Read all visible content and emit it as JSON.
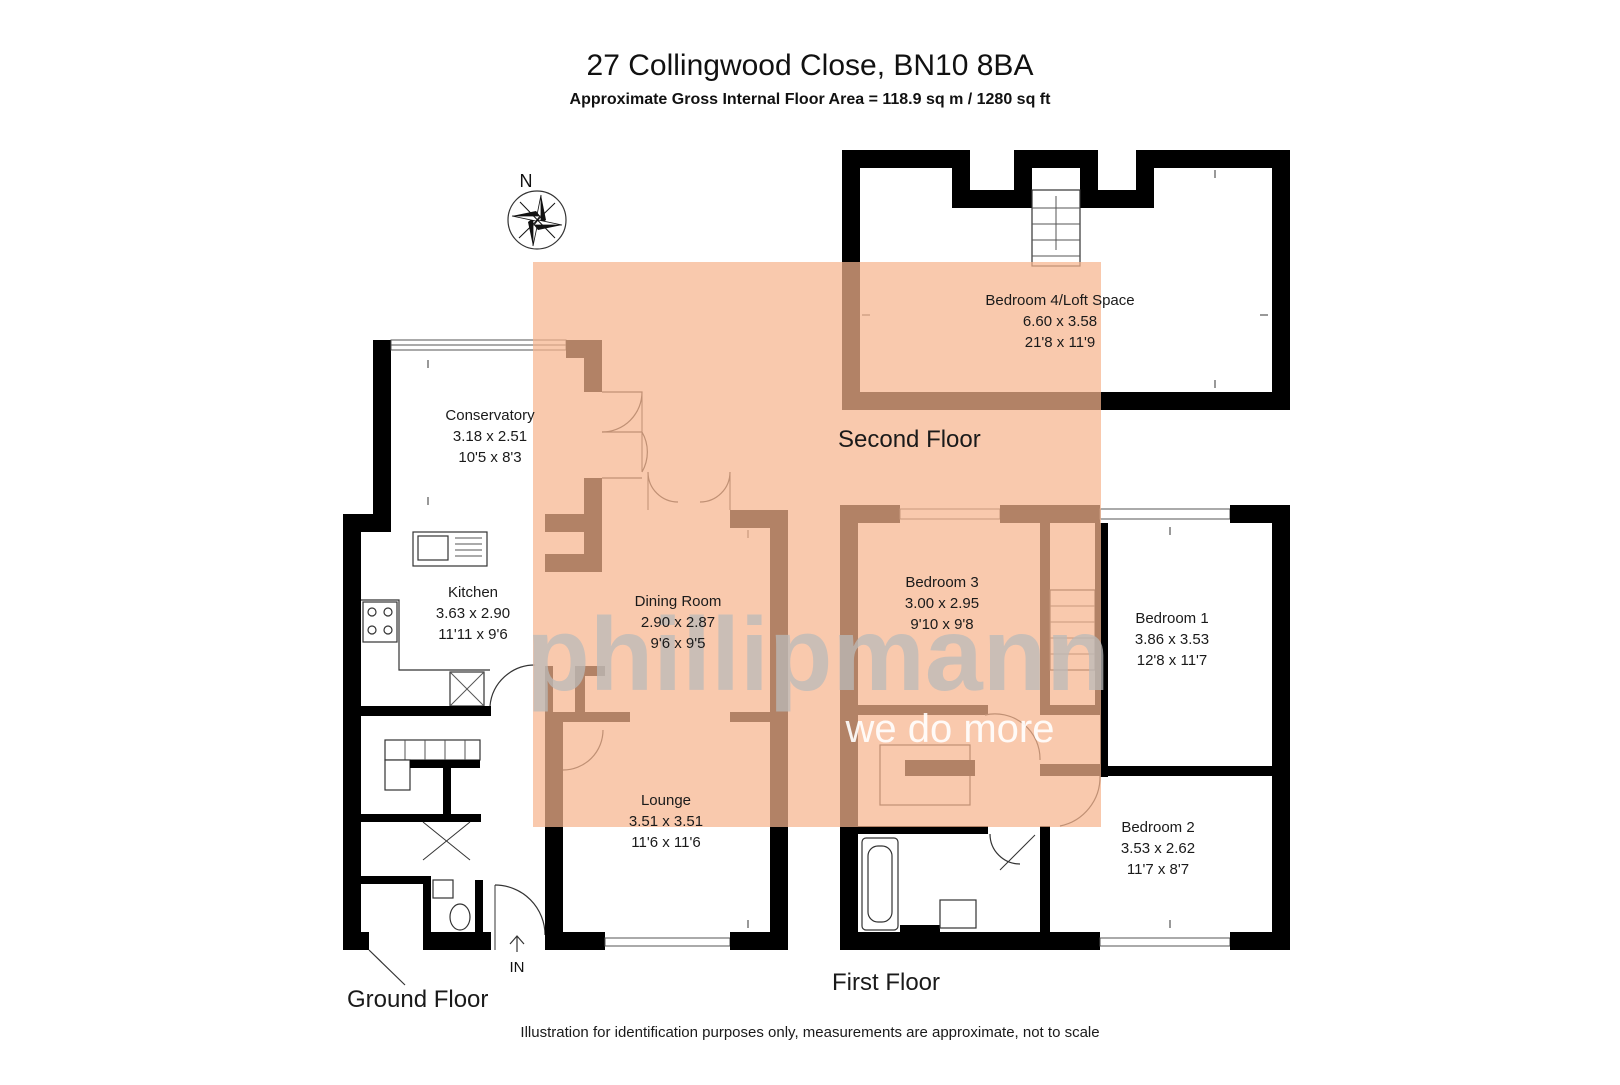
{
  "header": {
    "title": "27 Collingwood Close, BN10 8BA",
    "subtitle": "Approximate Gross Internal Floor Area = 118.9 sq m / 1280 sq ft"
  },
  "compass": {
    "north_label": "N",
    "icon": "compass-rose-icon"
  },
  "floors": {
    "ground": "Ground Floor",
    "first": "First Floor",
    "second": "Second Floor"
  },
  "rooms": {
    "conservatory": {
      "name": "Conservatory",
      "metric": "3.18 x 2.51",
      "imperial": "10'5 x 8'3"
    },
    "kitchen": {
      "name": "Kitchen",
      "metric": "3.63 x 2.90",
      "imperial": "11'11 x 9'6"
    },
    "dining_room": {
      "name": "Dining Room",
      "metric": "2.90 x 2.87",
      "imperial": "9'6 x 9'5"
    },
    "lounge": {
      "name": "Lounge",
      "metric": "3.51 x 3.51",
      "imperial": "11'6 x 11'6"
    },
    "bedroom3": {
      "name": "Bedroom 3",
      "metric": "3.00 x 2.95",
      "imperial": "9'10 x 9'8"
    },
    "bedroom1": {
      "name": "Bedroom 1",
      "metric": "3.86 x 3.53",
      "imperial": "12'8 x 11'7"
    },
    "bedroom2": {
      "name": "Bedroom 2",
      "metric": "3.53 x 2.62",
      "imperial": "11'7 x 8'7"
    },
    "bedroom4": {
      "name": "Bedroom 4/Loft Space",
      "metric": "6.60 x 3.58",
      "imperial": "21'8 x 11'9"
    }
  },
  "entrance": {
    "label": "IN"
  },
  "watermark": {
    "brand": "phillipmann",
    "tagline": "we do more",
    "overlay_color": "#f6b48e"
  },
  "footer": {
    "disclaimer": "Illustration for identification purposes only, measurements are approximate, not to scale"
  }
}
